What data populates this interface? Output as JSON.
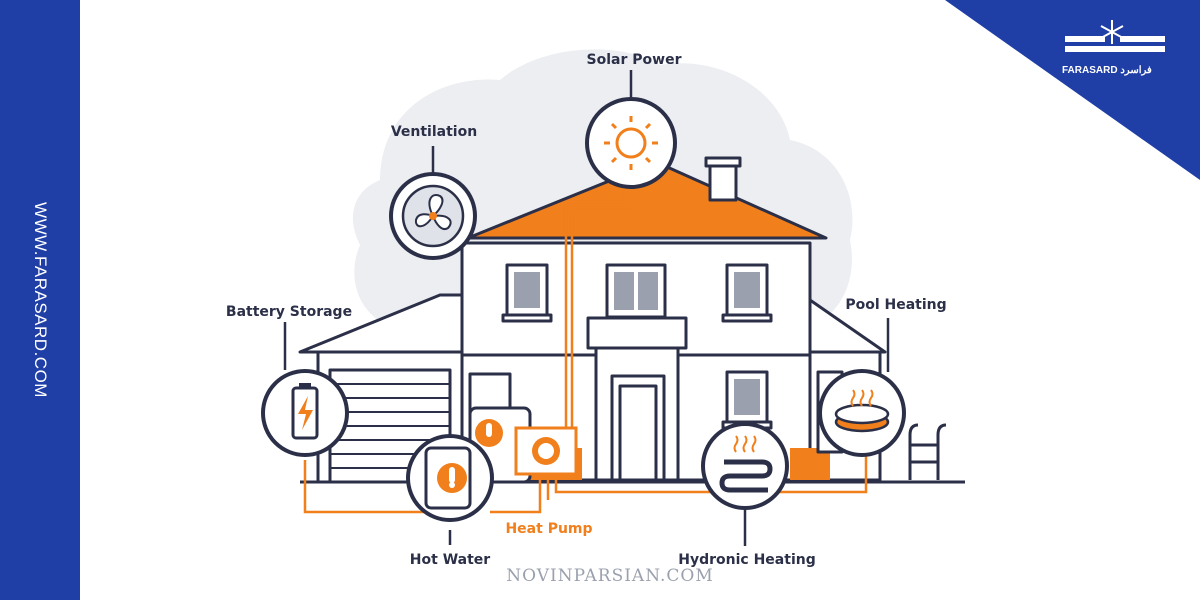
{
  "sidebar": {
    "url": "WWW.FARASARD.COM"
  },
  "brand": {
    "name": "FARASARD",
    "name_fa": "فراسرد"
  },
  "diagram": {
    "labels": {
      "solar_power": "Solar Power",
      "ventilation": "Ventilation",
      "battery_storage": "Battery Storage",
      "pool_heating": "Pool Heating",
      "hot_water": "Hot Water",
      "heat_pump": "Heat Pump",
      "hydronic_heating": "Hydronic Heating"
    }
  },
  "footer": {
    "watermark": "NOVINPARSIAN.COM"
  },
  "colors": {
    "navy": "#2b3048",
    "orange": "#f07f1c",
    "blue": "#1f3fa6",
    "cloud": "#eceef2"
  },
  "icons": [
    "sun-icon",
    "fan-icon",
    "battery-icon",
    "thermometer-icon",
    "pool-icon",
    "heating-coil-icon",
    "snowflake-icon"
  ]
}
